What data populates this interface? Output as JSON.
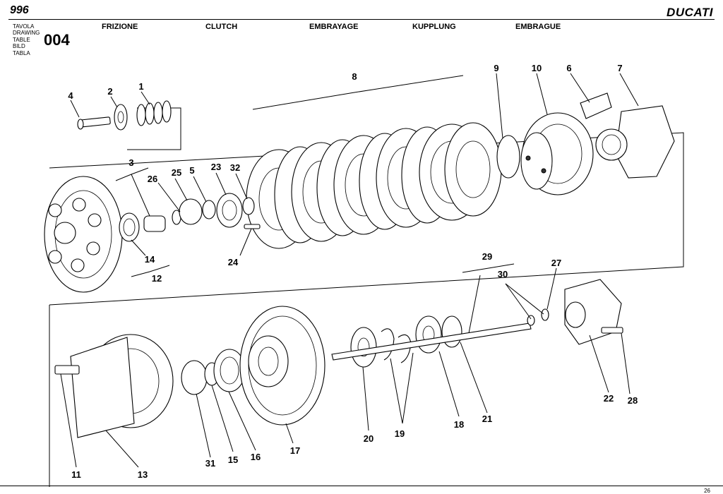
{
  "header": {
    "model": "996",
    "brand": "DUCATI",
    "table_labels": [
      "TAVOLA",
      "DRAWING",
      "TABLE",
      "BILD",
      "TABLA"
    ],
    "drawing_number": "004",
    "languages": [
      "FRIZIONE",
      "CLUTCH",
      "EMBRAYAGE",
      "KUPPLUNG",
      "EMBRAGUE"
    ]
  },
  "diagram": {
    "callouts": {
      "c1": "1",
      "c2": "2",
      "c3": "3",
      "c4": "4",
      "c5": "5",
      "c6": "6",
      "c7": "7",
      "c8": "8",
      "c9": "9",
      "c10": "10",
      "c11": "11",
      "c12": "12",
      "c13": "13",
      "c14": "14",
      "c15": "15",
      "c16": "16",
      "c17": "17",
      "c18": "18",
      "c19": "19",
      "c20": "20",
      "c21": "21",
      "c22": "22",
      "c23": "23",
      "c24": "24",
      "c25": "25",
      "c26": "26",
      "c27": "27",
      "c28": "28",
      "c29": "29",
      "c30": "30",
      "c31": "31",
      "c32": "32"
    }
  },
  "footer": {
    "page_number": "26"
  }
}
